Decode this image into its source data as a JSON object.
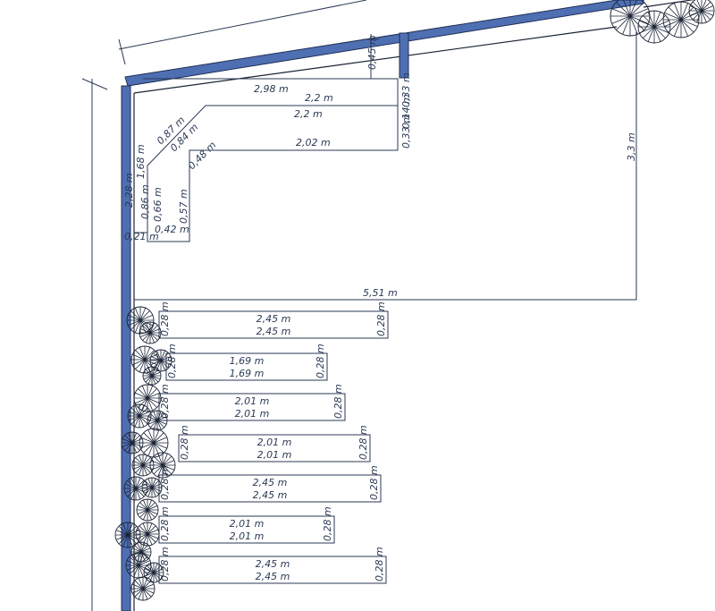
{
  "plan": {
    "top_labels": {
      "d_298": "2,98 m",
      "d_22a": "2,2 m",
      "d_22b": "2,2 m",
      "d_202": "2,02 m",
      "d_087": "0,87 m",
      "d_084": "0,84 m",
      "d_048": "0,48 m",
      "d_168": "1,68 m",
      "d_228": "2,28 m",
      "d_086": "0,86 m",
      "d_066": "0,66 m",
      "d_057": "0,57 m",
      "d_042": "0,42 m",
      "d_021": "0,21 m",
      "d_045": "0,45 m",
      "d_033a": "0,33 m",
      "d_014": "0,14 m",
      "d_033b": "0,33 m",
      "d_33": "3,3 m",
      "d_551": "5,51 m"
    },
    "beds": [
      {
        "length": "2,45 m",
        "length2": "2,45 m",
        "width_right": "0,28 m",
        "width_left": "0,28 m"
      },
      {
        "length": "1,69 m",
        "length2": "1,69 m",
        "width_right": "0,28 m",
        "width_left": "0,28 m"
      },
      {
        "length": "2,01 m",
        "length2": "2,01 m",
        "width_right": "0,28 m",
        "width_left": "0,28 m"
      },
      {
        "length": "2,01 m",
        "length2": "2,01 m",
        "width_right": "0,28 m",
        "width_left": "0,28 m"
      },
      {
        "length": "2,45 m",
        "length2": "2,45 m",
        "width_right": "0,28 m",
        "width_left": "0,28 m"
      },
      {
        "length": "2,01 m",
        "length2": "2,01 m",
        "width_right": "0,28 m",
        "width_left": "0,28 m"
      },
      {
        "length": "2,45 m",
        "length2": "2,45 m",
        "width_right": "0,28 m",
        "width_left": "0,28 m"
      }
    ],
    "colors": {
      "wall": "#4f6fb3",
      "line": "#2b3a55"
    },
    "icons": [
      "shrub-symbol"
    ]
  }
}
